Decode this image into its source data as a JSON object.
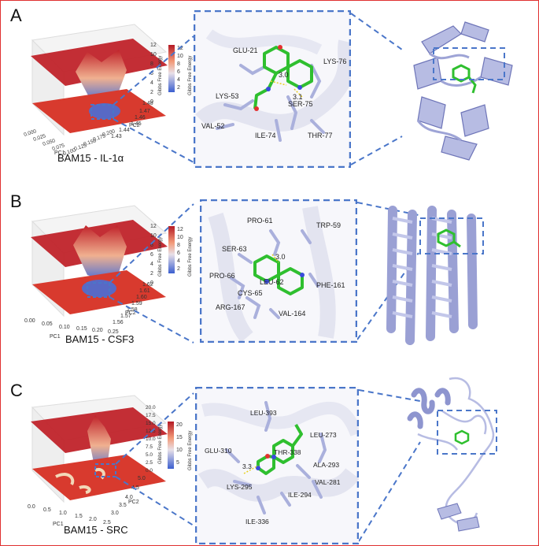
{
  "colors": {
    "border": "#e03030",
    "accent_dash": "#4a76c9",
    "ligand": "#2fbf2f",
    "protein": "#aab0dc",
    "surface_high": "#c0232a",
    "surface_low": "#4a6fd6"
  },
  "panels": [
    {
      "letter": "A",
      "caption": "BAM15 - IL-1α",
      "energy_axis_label": "Gibbs Free Energy",
      "colorbar_label": "Gibbs Free Energy",
      "colorbar_ticks": [
        "12",
        "10",
        "8",
        "6",
        "4",
        "2"
      ],
      "z_ticks": [
        "12",
        "10",
        "8",
        "6",
        "4",
        "2",
        "0"
      ],
      "pc1_label": "PC1",
      "pc2_label": "PC2",
      "pc1_ticks": [
        "0.000",
        "0.025",
        "0.050",
        "0.075",
        "0.100",
        "0.125",
        "0.150",
        "0.175",
        "0.200"
      ],
      "pc2_ticks": [
        "1.48",
        "1.47",
        "1.46",
        "1.45",
        "1.44",
        "1.43"
      ],
      "residues": [
        "GLU-21",
        "LYS-76",
        "LYS-53",
        "SER-75",
        "VAL-52",
        "ILE-74",
        "THR-77"
      ],
      "distances": [
        "3.0",
        "3.1"
      ]
    },
    {
      "letter": "B",
      "caption": "BAM15 - CSF3",
      "energy_axis_label": "Gibbs Free Energy",
      "colorbar_label": "Gibbs Free Energy",
      "colorbar_ticks": [
        "12",
        "10",
        "8",
        "6",
        "4",
        "2"
      ],
      "z_ticks": [
        "12",
        "10",
        "8",
        "6",
        "4",
        "2",
        "0"
      ],
      "pc1_label": "PC1",
      "pc2_label": "PC2",
      "pc1_ticks": [
        "0.00",
        "0.05",
        "0.10",
        "0.15",
        "0.20",
        "0.25"
      ],
      "pc2_ticks": [
        "1.62",
        "1.61",
        "1.60",
        "1.59",
        "1.58",
        "1.57",
        "1.56"
      ],
      "residues": [
        "PRO-61",
        "TRP-59",
        "SER-63",
        "PRO-66",
        "LEU-62",
        "PHE-161",
        "CYS-65",
        "ARG-167",
        "VAL-164"
      ],
      "distances": [
        "3.0"
      ]
    },
    {
      "letter": "C",
      "caption": "BAM15 - SRC",
      "energy_axis_label": "Gibbs Free Energy",
      "colorbar_label": "Gibbs Free Energy",
      "colorbar_ticks": [
        "20",
        "15",
        "10",
        "5"
      ],
      "z_ticks": [
        "20.0",
        "17.5",
        "15.0",
        "12.5",
        "10.0",
        "7.5",
        "5.0",
        "2.5",
        "0.0"
      ],
      "pc1_label": "PC1",
      "pc2_label": "PC2",
      "pc1_ticks": [
        "0.0",
        "0.5",
        "1.0",
        "1.5",
        "2.0",
        "2.5"
      ],
      "pc2_ticks": [
        "5.0",
        "4.5",
        "4.0",
        "3.5",
        "3.0"
      ],
      "residues": [
        "LEU-393",
        "LEU-273",
        "GLU-310",
        "THR-338",
        "ALA-293",
        "LYS-295",
        "VAL-281",
        "ILE-294",
        "ILE-336"
      ],
      "distances": [
        "3.3"
      ]
    }
  ]
}
